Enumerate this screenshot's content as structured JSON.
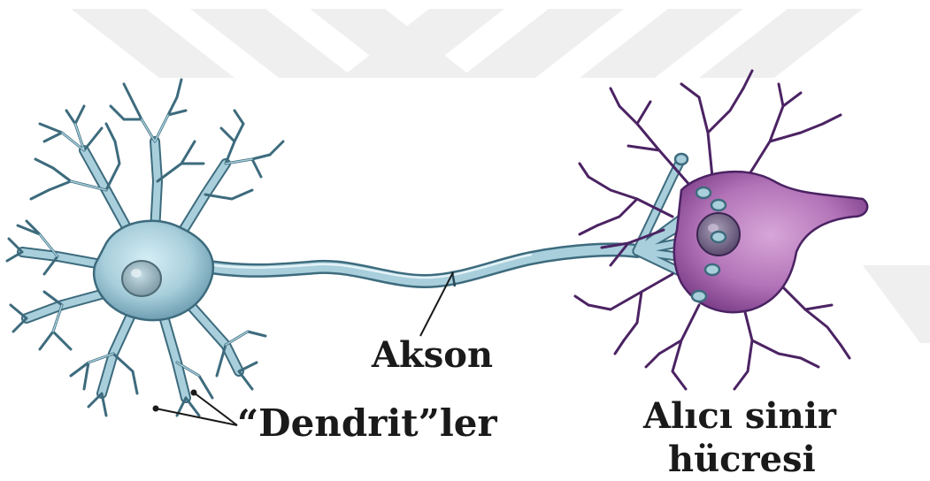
{
  "labels": {
    "axon": "Akson",
    "dendrites": "“Dendrit”ler",
    "receiver_line1": "Alıcı sinir",
    "receiver_line2": "hücresi"
  },
  "colors": {
    "sending_neuron": "#a9cfdc",
    "sending_outline": "#3d6b7d",
    "receiving_neuron": "#b374b8",
    "receiving_outline": "#4b2363",
    "watermark": "#efefef"
  }
}
